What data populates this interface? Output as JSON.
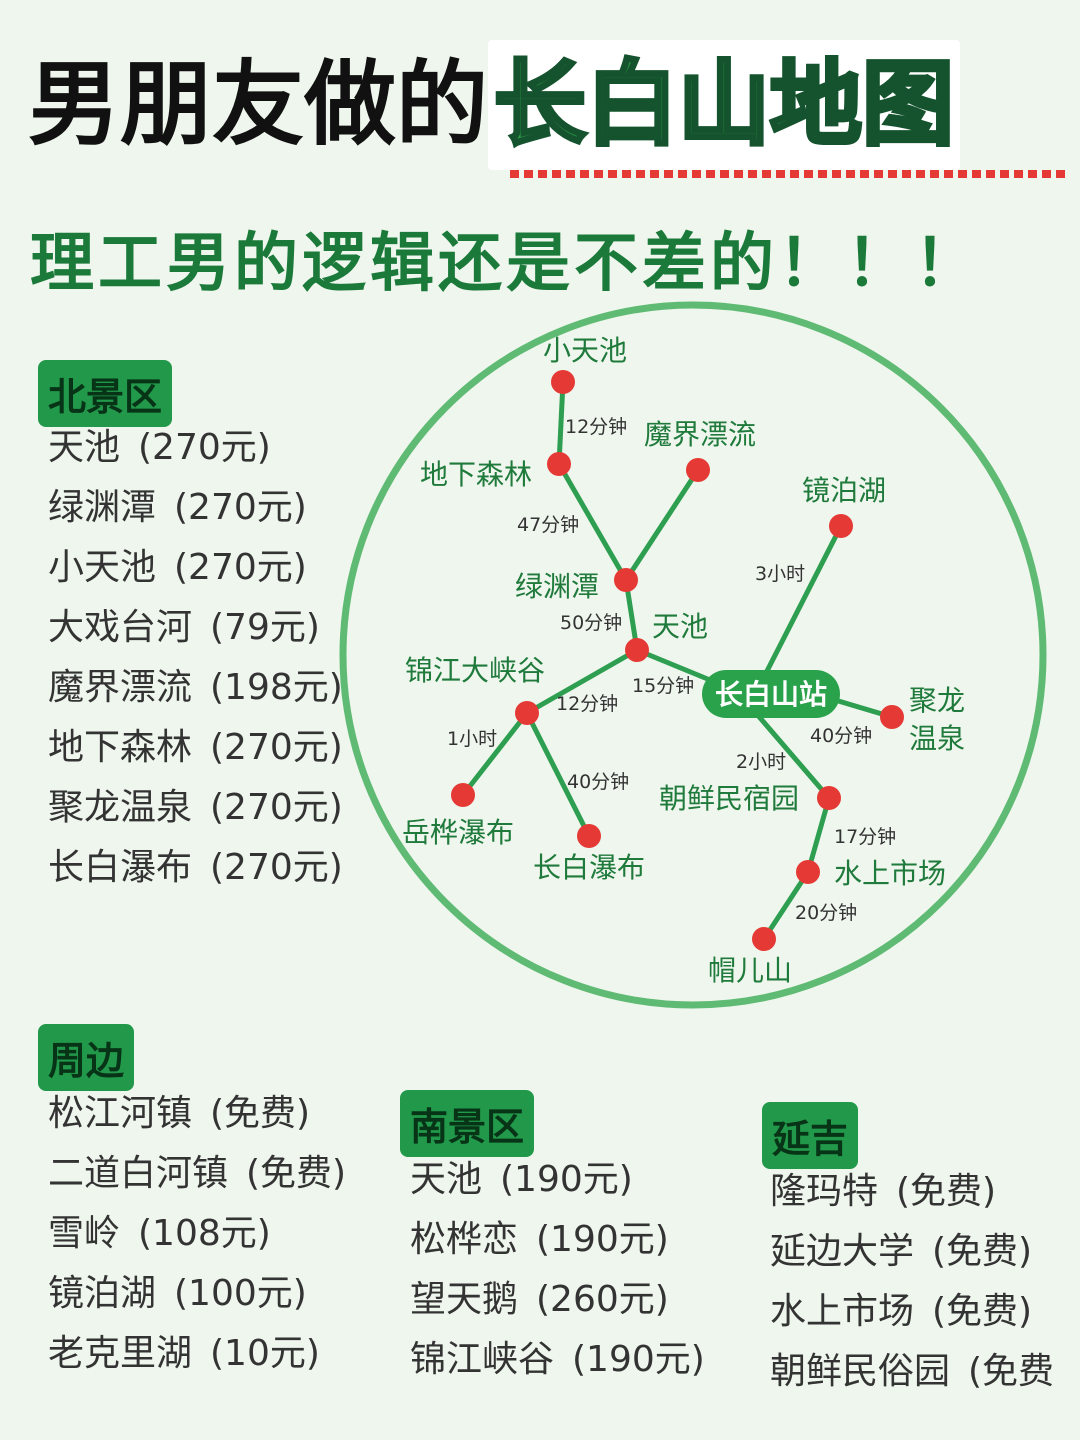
{
  "title": {
    "black": "男朋友做的",
    "green": "长白山地图"
  },
  "subtitle": "理工男的逻辑还是不差的！！！",
  "colors": {
    "accent": "#22994a",
    "line": "#2e9e50",
    "node": "#e53935",
    "ring": "#5fba73"
  },
  "north": {
    "label": "北景区",
    "items": [
      {
        "name": "天池",
        "price": "(270元)"
      },
      {
        "name": "绿渊潭",
        "price": "(270元)"
      },
      {
        "name": "小天池",
        "price": "(270元)"
      },
      {
        "name": "大戏台河",
        "price": "(79元)"
      },
      {
        "name": "魔界漂流",
        "price": "(198元)"
      },
      {
        "name": "地下森林",
        "price": "(270元)"
      },
      {
        "name": "聚龙温泉",
        "price": "(270元)"
      },
      {
        "name": "长白瀑布",
        "price": "(270元)"
      }
    ]
  },
  "surround": {
    "label": "周边",
    "items": [
      {
        "name": "松江河镇",
        "price": "(免费)"
      },
      {
        "name": "二道白河镇",
        "price": "(免费)"
      },
      {
        "name": "雪岭",
        "price": "(108元)"
      },
      {
        "name": "镜泊湖",
        "price": "(100元)"
      },
      {
        "name": "老克里湖",
        "price": "(10元)"
      }
    ]
  },
  "south": {
    "label": "南景区",
    "items": [
      {
        "name": "天池",
        "price": "(190元)"
      },
      {
        "name": "松桦恋",
        "price": "(190元)"
      },
      {
        "name": "望天鹅",
        "price": "(260元)"
      },
      {
        "name": "锦江峡谷",
        "price": "(190元)"
      }
    ]
  },
  "yanji": {
    "label": "延吉",
    "items": [
      {
        "name": "隆玛特",
        "price": "(免费)"
      },
      {
        "name": "延边大学",
        "price": "(免费)"
      },
      {
        "name": "水上市场",
        "price": "(免费)"
      },
      {
        "name": "朝鲜民俗园",
        "price": "(免费"
      }
    ]
  },
  "map": {
    "hub": "长白山站",
    "places": {
      "xiaotianchi": "小天池",
      "dixia": "地下森林",
      "mojie": "魔界漂流",
      "jingbo": "镜泊湖",
      "lvyuan": "绿渊潭",
      "tianchi": "天池",
      "jinjiang": "锦江大峡谷",
      "julong1": "聚龙",
      "julong2": "温泉",
      "chaoxian": "朝鲜民宿园",
      "yuehua": "岳桦瀑布",
      "changbai": "长白瀑布",
      "shuishang": "水上市场",
      "maoer": "帽儿山"
    },
    "times": {
      "t12a": "12分钟",
      "t47": "47分钟",
      "t3h": "3小时",
      "t50": "50分钟",
      "t15": "15分钟",
      "t12b": "12分钟",
      "t1h": "1小时",
      "t40a": "40分钟",
      "t40b": "40分钟",
      "t2h": "2小时",
      "t17": "17分钟",
      "t20": "20分钟"
    }
  }
}
